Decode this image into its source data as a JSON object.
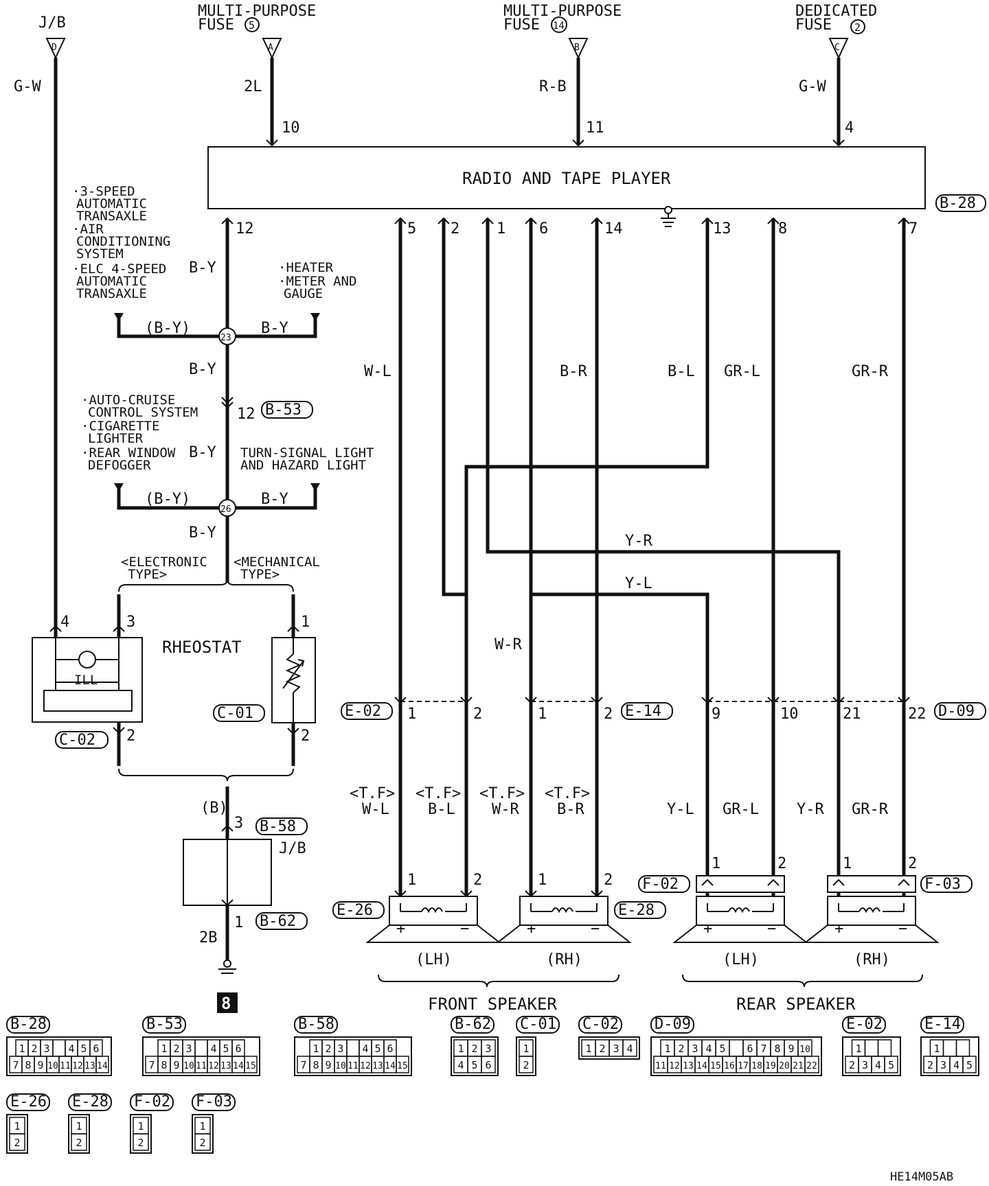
{
  "title": "RADIO AND TAPE PLAYER",
  "figure_code": "HE14M05AB",
  "sources": [
    {
      "name": "J/B",
      "letter": "D",
      "wire": "G-W"
    },
    {
      "name": "MULTI-PURPOSE",
      "name2": "FUSE",
      "num": "5",
      "letter": "A",
      "wire": "2L",
      "pin": "10"
    },
    {
      "name": "MULTI-PURPOSE",
      "name2": "FUSE",
      "num": "14",
      "letter": "B",
      "wire": "R-B",
      "pin": "11"
    },
    {
      "name": "DEDICATED",
      "name2": "FUSE",
      "num": "2",
      "letter": "C",
      "wire": "G-W",
      "pin": "4"
    }
  ],
  "radio": {
    "label": "RADIO AND TAPE PLAYER",
    "connector": "B-28"
  },
  "radio_pins": [
    "12",
    "5",
    "2",
    "1",
    "6",
    "14",
    "13",
    "8",
    "7"
  ],
  "illumination": {
    "pin": "12",
    "wire": "B-Y",
    "wire_paren": "(B-Y)",
    "junction1": "23",
    "junction2": "26",
    "left1": [
      "·3-SPEED",
      "AUTOMATIC",
      "TRANSAXLE",
      "·AIR",
      "CONDITIONING",
      "SYSTEM",
      "·ELC 4-SPEED",
      "AUTOMATIC",
      "TRANSAXLE"
    ],
    "right1": [
      "·HEATER",
      "·METER AND",
      "GAUGE"
    ],
    "mid_pin": "12",
    "mid_connector": "B-53",
    "left2": [
      "·AUTO-CRUISE",
      "CONTROL SYSTEM",
      "·CIGARETTE",
      "LIGHTER",
      "·REAR WINDOW",
      "DEFOGGER"
    ],
    "right2": [
      "TURN-SIGNAL LIGHT",
      "AND HAZARD LIGHT"
    ],
    "electronic": [
      "<ELECTRONIC",
      "TYPE>"
    ],
    "mechanical": [
      "<MECHANICAL",
      "TYPE>"
    ]
  },
  "rheostat": {
    "label": "RHEOSTAT",
    "ill": "ILL",
    "elec_connector": "C-02",
    "mech_connector": "C-01",
    "pins": [
      "4",
      "3",
      "1",
      "2",
      "2"
    ]
  },
  "ground": {
    "wire": "(B)",
    "pin_top": "3",
    "conn_top": "B-58",
    "jb": "J/B",
    "pin_bot": "1",
    "conn_bot": "B-62",
    "wire_bot": "2B",
    "point": "8"
  },
  "wire_colors": [
    "W-L",
    "B-R",
    "B-L",
    "GR-L",
    "GR-R",
    "Y-R",
    "Y-L",
    "W-R"
  ],
  "intermediate": {
    "left_connector": "E-02",
    "mid_connector": "E-14",
    "right_connector": "D-09",
    "pins": [
      "1",
      "2",
      "1",
      "2",
      "9",
      "10",
      "21",
      "22"
    ]
  },
  "speaker_wires": [
    "W-L",
    "B-L",
    "W-R",
    "B-R",
    "Y-L",
    "GR-L",
    "Y-R",
    "GR-R"
  ],
  "tf": "<T.F>",
  "speakers": {
    "front_lh": "E-26",
    "front_rh": "E-28",
    "rear_lh": "F-02",
    "rear_rh": "F-03",
    "lh": "(LH)",
    "rh": "(RH)",
    "front_label": "FRONT SPEAKER",
    "rear_label": "REAR SPEAKER",
    "plus": "+",
    "minus": "−",
    "pin1": "1",
    "pin2": "2"
  },
  "connectors_row1": [
    {
      "id": "B-28",
      "top": [
        "1",
        "2",
        "3",
        "",
        "4",
        "5",
        "6"
      ],
      "bottom": [
        "7",
        "8",
        "9",
        "10",
        "11",
        "12",
        "13",
        "14"
      ]
    },
    {
      "id": "B-53",
      "top": [
        "1",
        "2",
        "3",
        "",
        "4",
        "5",
        "6"
      ],
      "bottom": [
        "7",
        "8",
        "9",
        "10",
        "11",
        "12",
        "13",
        "14",
        "15"
      ]
    },
    {
      "id": "B-58",
      "top": [
        "1",
        "2",
        "3",
        "",
        "4",
        "5",
        "6"
      ],
      "bottom": [
        "7",
        "8",
        "9",
        "10",
        "11",
        "12",
        "13",
        "14",
        "15"
      ]
    },
    {
      "id": "B-62",
      "top": [
        "1",
        "2",
        "3"
      ],
      "bottom": [
        "4",
        "5",
        "6"
      ]
    },
    {
      "id": "C-01",
      "top": [
        "1"
      ],
      "bottom": [
        "2"
      ]
    },
    {
      "id": "C-02",
      "top": [
        "1",
        "2",
        "3",
        "4"
      ],
      "bottom": []
    },
    {
      "id": "D-09",
      "top": [
        "1",
        "2",
        "3",
        "4",
        "5",
        "",
        "6",
        "7",
        "8",
        "9",
        "10"
      ],
      "bottom": [
        "11",
        "12",
        "13",
        "14",
        "15",
        "16",
        "17",
        "18",
        "19",
        "20",
        "21",
        "22"
      ]
    },
    {
      "id": "E-02",
      "top": [
        "1",
        "",
        ""
      ],
      "bottom": [
        "2",
        "3",
        "4",
        "5"
      ]
    },
    {
      "id": "E-14",
      "top": [
        "1",
        "",
        ""
      ],
      "bottom": [
        "2",
        "3",
        "4",
        "5"
      ]
    }
  ],
  "connectors_row2": [
    {
      "id": "E-26",
      "top": [
        "1"
      ],
      "bottom": [
        "2"
      ]
    },
    {
      "id": "E-28",
      "top": [
        "1"
      ],
      "bottom": [
        "2"
      ]
    },
    {
      "id": "F-02",
      "top": [
        "1"
      ],
      "bottom": [
        "2"
      ]
    },
    {
      "id": "F-03",
      "top": [
        "1"
      ],
      "bottom": [
        "2"
      ]
    }
  ]
}
